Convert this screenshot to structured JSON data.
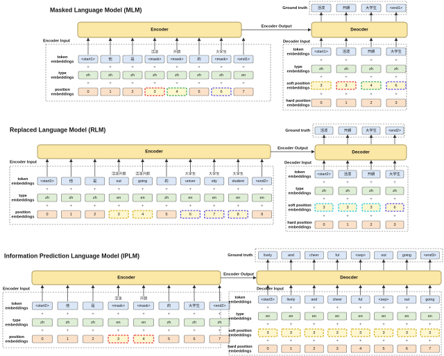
{
  "colors": {
    "encoder": "#fbe7a6",
    "token": "#dbe7f7",
    "type": "#dfeed6",
    "position": "#fbe1c9",
    "soft": "#fdf6cf",
    "hidden_cyan": "#22c5e6",
    "hidden_red": "#e03b3b",
    "hidden_green": "#34a853",
    "hidden_purple": "#5b4de0",
    "hidden_yellow": "#d4b11f"
  },
  "common": {
    "encoder": "Encoder",
    "decoder": "Decoder",
    "encoder_input": "Encoder Input",
    "encoder_output": "Encoder Output",
    "decoder_input": "Decoder Input",
    "ground_truth": "Ground truth",
    "token_embeddings": "token embeddings",
    "type_embeddings": "type embeddings",
    "position_embeddings": "position embeddings",
    "soft_position_embeddings": "soft position embeddings",
    "hard_position_embeddings": "hard position embeddings",
    "plus": "+"
  },
  "mlm": {
    "title": "Masked Language Model (MLM)",
    "decoder_label": "Deocder",
    "enc_tokens": [
      "<start1>",
      "他",
      "是",
      "<mask>",
      "<mask>",
      "的",
      "<mask>",
      "<end1>"
    ],
    "enc_annot": [
      "",
      "",
      "",
      "活泼",
      "开朗",
      "",
      "大学生",
      ""
    ],
    "enc_types": [
      "zh",
      "zh",
      "zh",
      "zh",
      "zh",
      "zh",
      "zh",
      "en"
    ],
    "enc_positions": [
      "0",
      "1",
      "2",
      "3",
      "4",
      "5",
      "6",
      "7"
    ],
    "enc_hidden": [
      "",
      "",
      "",
      "red",
      "green",
      "",
      "purple",
      ""
    ],
    "dec_tokens": [
      "<start1>",
      "活泼",
      "开朗",
      "大学生"
    ],
    "dec_types": [
      "zh",
      "zh",
      "zh",
      "zh"
    ],
    "dec_soft": [
      "3",
      "3",
      "4",
      "6"
    ],
    "dec_soft_hidden": [
      "yellow",
      "red",
      "green",
      "purple"
    ],
    "dec_hard": [
      "0",
      "1",
      "2",
      "3"
    ],
    "ground_truth": [
      "活泼",
      "开朗",
      "大学生",
      "<end1>"
    ]
  },
  "rlm": {
    "title": "Replaced Language Model (RLM)",
    "enc_tokens": [
      "<start2>",
      "他",
      "是",
      "out",
      "going",
      "的",
      "univer",
      "sity",
      "student",
      "<end2>"
    ],
    "enc_annot": [
      "",
      "",
      "",
      "活泼开朗",
      "活泼开朗",
      "",
      "大学生",
      "大学生",
      "大学生",
      ""
    ],
    "enc_types": [
      "zh",
      "zh",
      "zh",
      "en",
      "en",
      "zh",
      "en",
      "en",
      "en",
      "en"
    ],
    "enc_positions": [
      "0",
      "1",
      "2",
      "3",
      "4",
      "5",
      "6",
      "7",
      "8",
      "9"
    ],
    "enc_hidden": [
      "",
      "",
      "",
      "yellow",
      "yellow",
      "",
      "purple",
      "purple",
      "purple",
      ""
    ],
    "dec_tokens": [
      "<start2>",
      "活泼",
      "开朗",
      "大学生"
    ],
    "dec_types": [
      "zh",
      "zh",
      "zh",
      "zh"
    ],
    "dec_soft": [
      "3",
      "3",
      "3",
      "6"
    ],
    "dec_soft_hidden": [
      "cyan",
      "cyan",
      "cyan",
      "purple"
    ],
    "dec_hard": [
      "0",
      "1",
      "2",
      "3"
    ],
    "ground_truth": [
      "活泼",
      "开朗",
      "大学生",
      "<end2>"
    ]
  },
  "iplm": {
    "title": "Information Prediction Language Model (IPLM)",
    "decoder_label": "Deocder",
    "enc_tokens": [
      "<start2>",
      "他",
      "是",
      "<mask>",
      "<mask>",
      "的",
      "大学生",
      "<end2>"
    ],
    "enc_annot": [
      "",
      "",
      "",
      "活泼",
      "开朗",
      "",
      "",
      ""
    ],
    "enc_types": [
      "zh",
      "zh",
      "zh",
      "en",
      "en",
      "zh",
      "zh",
      "zh"
    ],
    "enc_positions": [
      "0",
      "1",
      "2",
      "3",
      "4",
      "5",
      "6",
      "7"
    ],
    "enc_hidden": [
      "",
      "",
      "",
      "red",
      "red",
      "",
      "",
      ""
    ],
    "dec_tokens": [
      "<start3>",
      "lively",
      "and",
      "cheer",
      "ful",
      "<sep>",
      "out",
      "going"
    ],
    "dec_types": [
      "en",
      "en",
      "en",
      "en",
      "en",
      "en",
      "en",
      "en"
    ],
    "dec_soft": [
      "3",
      "3",
      "3",
      "3",
      "3",
      "3",
      "3",
      "3"
    ],
    "dec_hard": [
      "0",
      "1",
      "2",
      "3",
      "4",
      "5",
      "6",
      "7"
    ],
    "ground_truth": [
      "lively",
      "and",
      "cheer",
      "ful",
      "<sep>",
      "out",
      "going",
      "<end3>"
    ]
  }
}
